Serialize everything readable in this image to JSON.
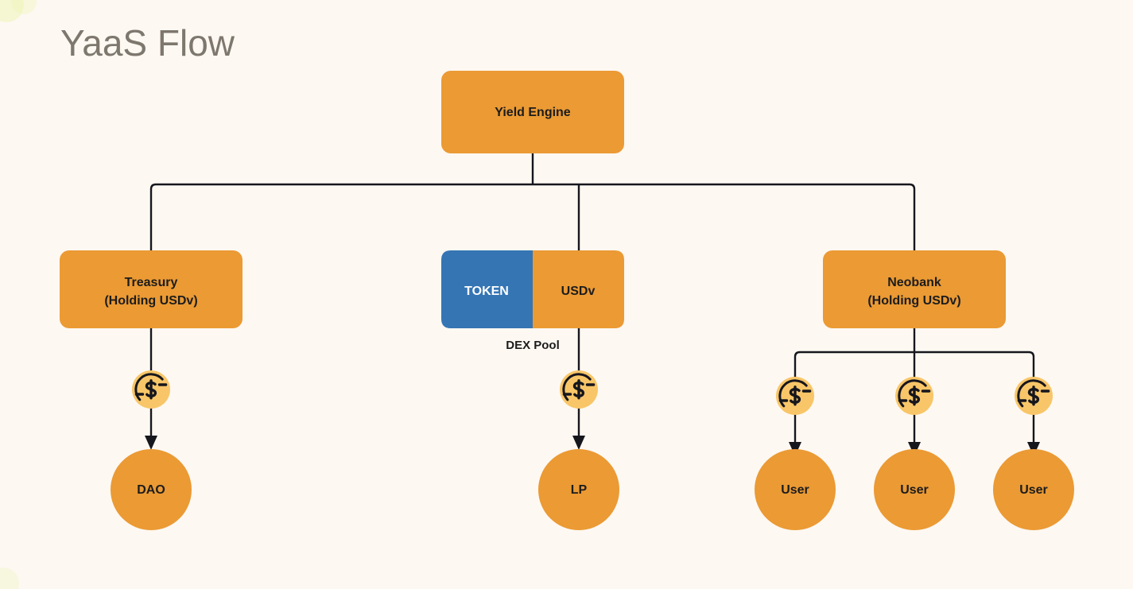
{
  "page": {
    "title": "YaaS Flow",
    "background_color": "#fdf8f2",
    "title_color": "#7d776e"
  },
  "palette": {
    "orange": "#eb9a34",
    "blue": "#3575b4",
    "coin_fill": "#f8c668",
    "line": "#16161d",
    "text_dark": "#1c1c1c",
    "text_light": "#ffffff"
  },
  "nodes": {
    "yield_engine": {
      "label": "Yield Engine",
      "shape": "rounded-rect",
      "fill": "#eb9a34"
    },
    "treasury": {
      "line1": "Treasury",
      "line2": "(Holding USDv)",
      "shape": "rounded-rect",
      "fill": "#eb9a34"
    },
    "neobank": {
      "line1": "Neobank",
      "line2": "(Holding USDv)",
      "shape": "rounded-rect",
      "fill": "#eb9a34"
    },
    "dex_pool": {
      "caption": "DEX Pool",
      "left_half": {
        "label": "TOKEN",
        "fill": "#3575b4",
        "text_color": "#ffffff"
      },
      "right_half": {
        "label": "USDv",
        "fill": "#eb9a34",
        "text_color": "#1c1c1c"
      }
    },
    "dao": {
      "label": "DAO",
      "shape": "circle",
      "fill": "#eb9a34"
    },
    "lp": {
      "label": "LP",
      "shape": "circle",
      "fill": "#eb9a34"
    },
    "user_1": {
      "label": "User",
      "shape": "circle",
      "fill": "#eb9a34"
    },
    "user_2": {
      "label": "User",
      "shape": "circle",
      "fill": "#eb9a34"
    },
    "user_3": {
      "label": "User",
      "shape": "circle",
      "fill": "#eb9a34"
    }
  },
  "coins": {
    "icon_name": "dollar-coin-icon",
    "count": 5,
    "glyph": "$"
  },
  "edges": [
    {
      "from": "yield_engine",
      "to": "treasury"
    },
    {
      "from": "yield_engine",
      "to": "dex_pool"
    },
    {
      "from": "yield_engine",
      "to": "neobank"
    },
    {
      "from": "treasury",
      "to": "dao",
      "via": "dollar-coin-icon",
      "arrow": true
    },
    {
      "from": "dex_pool",
      "to": "lp",
      "via": "dollar-coin-icon",
      "arrow": true
    },
    {
      "from": "neobank",
      "to": "user_1",
      "via": "dollar-coin-icon",
      "arrow": true
    },
    {
      "from": "neobank",
      "to": "user_2",
      "via": "dollar-coin-icon",
      "arrow": true
    },
    {
      "from": "neobank",
      "to": "user_3",
      "via": "dollar-coin-icon",
      "arrow": true
    }
  ]
}
